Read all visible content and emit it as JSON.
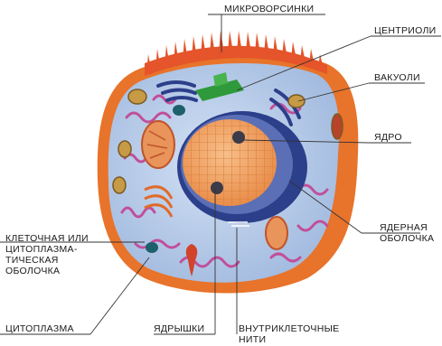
{
  "labels": {
    "microvilli": "МИКРОВОРСИНКИ",
    "centrioles": "ЦЕНТРИОЛИ",
    "vacuoles": "ВАКУОЛИ",
    "nucleus": "ЯДРО",
    "nuclear_envelope": [
      "ЯДЕРНАЯ",
      "ОБОЛОЧКА"
    ],
    "cell_membrane": [
      "КЛЕТОЧНАЯ ИЛИ",
      "ЦИТОПЛАЗМА-",
      "ТИЧЕСКАЯ",
      "ОБОЛОЧКА"
    ],
    "cytoplasm": "ЦИТОПЛАЗМА",
    "nucleoli": "ЯДРЫШКИ",
    "filaments": [
      "ВНУТРИКЛЕТОЧНЫЕ",
      "НИТИ"
    ]
  },
  "colors": {
    "cytoplasm": "#b9cde9",
    "membrane": "#e8732a",
    "microvilli": "#e5542a",
    "nucleus": "#f0a466",
    "nuclear_envelope": "#2c3f8a",
    "er": "#c04f9a",
    "centriole": "#2f9a3c",
    "vacuole": "#c79a46",
    "leader": "#333333"
  }
}
